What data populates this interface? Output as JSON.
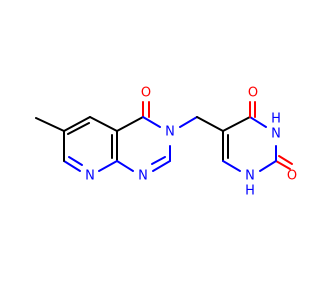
{
  "molecule": {
    "atoms": {
      "o_pyrimidinone": "O",
      "n_ring_fused": "N",
      "n_pyridine": "N",
      "n_pyrimidine": "N",
      "o_uracil_c4": "O",
      "nh_uracil_3": "H",
      "n_uracil_3": "N",
      "o_uracil_c2": "O",
      "nh_uracil_1": "H",
      "n_uracil_1": "N"
    },
    "colors": {
      "carbon_bond": "#000000",
      "oxygen": "#ff0000",
      "nitrogen": "#0000ff"
    }
  }
}
